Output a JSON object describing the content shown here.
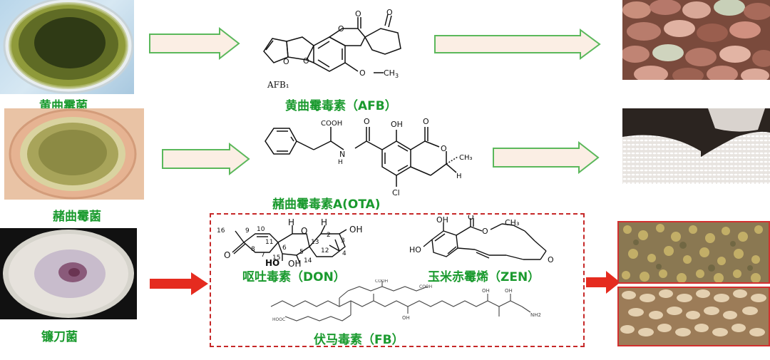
{
  "fungi": [
    {
      "name": "黄曲霉菌"
    },
    {
      "name": "赭曲霉菌"
    },
    {
      "name": "镰刀菌"
    }
  ],
  "toxins": {
    "afb": {
      "name": "黄曲霉毒素（AFB）",
      "structure_caption": "AFB₁",
      "substituent": "O—CH₃"
    },
    "ota": {
      "name": "赭曲霉毒素A(OTA)",
      "groups": {
        "cooh": "COOH",
        "oh": "OH",
        "nh": "N",
        "h": "H",
        "cl": "Cl",
        "ch3": "CH₃",
        "o": "O"
      }
    },
    "don": {
      "name": "呕吐毒素（DON）"
    },
    "zen": {
      "name": "玉米赤霉烯（ZEN）"
    },
    "fb": {
      "name": "伏马毒素（FB）"
    }
  },
  "don_atoms": {
    "n16": "16",
    "n9": "9",
    "n10": "10",
    "n11": "11",
    "n8": "8",
    "n7": "7",
    "n6": "6",
    "n15": "15",
    "n5": "5",
    "n14": "14",
    "n13": "13",
    "n12": "12",
    "n4": "4",
    "n3": "3",
    "n2": "2",
    "h": "H",
    "o": "O",
    "oh": "OH",
    "ho": "HO"
  },
  "zen_atoms": {
    "oh": "OH",
    "ho": "HO",
    "o": "O",
    "ch3": "CH₃"
  },
  "colors": {
    "label_green": "#1a9a2e",
    "hollow_arrow_fill": "#fbeee4",
    "hollow_arrow_stroke": "#5bb85b",
    "red_arrow": "#e52b1f",
    "dashed_box": "#c62828"
  },
  "icons": [
    "hollow-right-arrow-icon",
    "red-right-arrow-icon"
  ]
}
